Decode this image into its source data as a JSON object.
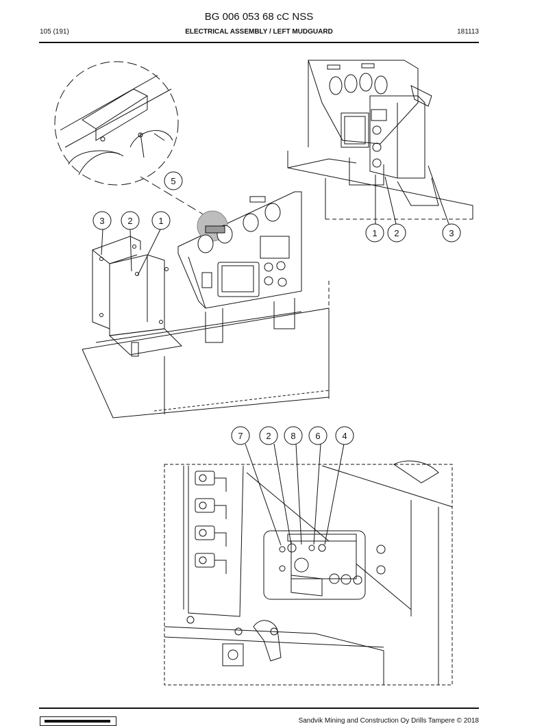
{
  "header": {
    "document_number": "BG 006 053 68 cC NSS",
    "page": "105 (191)",
    "section_title": "ELECTRICAL ASSEMBLY / LEFT MUDGUARD",
    "date_code": "181113"
  },
  "callouts": {
    "detail_circle": [
      "5"
    ],
    "upper_right": [
      "1",
      "2",
      "3"
    ],
    "exploded_view": [
      "3",
      "2",
      "1"
    ],
    "bottom_view": [
      "7",
      "2",
      "8",
      "6",
      "4"
    ]
  },
  "footer": {
    "copyright": "Sandvik Mining and Construction Oy Drills Tampere © 2018"
  },
  "colors": {
    "line": "#111111",
    "shade": "#bdbdbd"
  }
}
